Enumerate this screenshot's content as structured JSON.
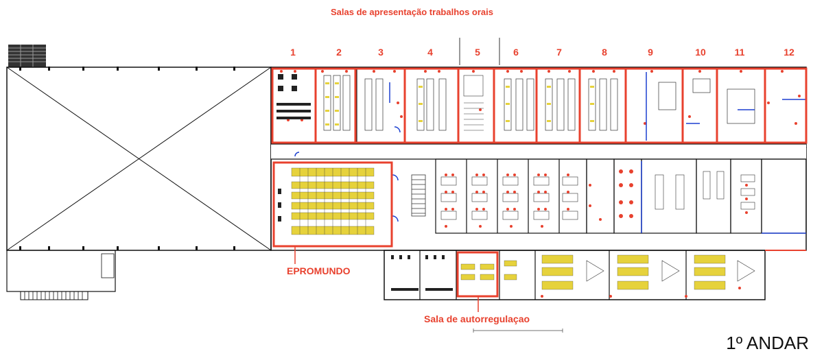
{
  "title": "Salas de apresentação trabalhos orais",
  "room_numbers": [
    "1",
    "2",
    "3",
    "4",
    "5",
    "6",
    "7",
    "8",
    "9",
    "10",
    "11",
    "12"
  ],
  "labels": {
    "epromundo": "EPROMUNDO",
    "autorregulacao": "Sala de autorregulaçao",
    "floor": "1º ANDAR"
  },
  "colors": {
    "highlight": "#e8412e",
    "walls": "#111111",
    "furniture": "#e6d23c",
    "doors": "#1b3fd1"
  }
}
